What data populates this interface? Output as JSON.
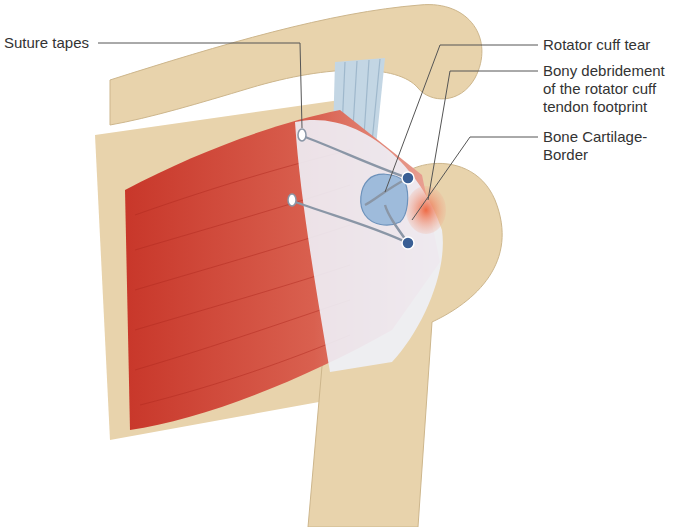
{
  "diagram": {
    "labels": [
      "Suture tapes",
      "Rotator cuff tear",
      "Bony debridement of the rotator cuff tendon footprint",
      "Bone Cartilage-Border"
    ]
  }
}
